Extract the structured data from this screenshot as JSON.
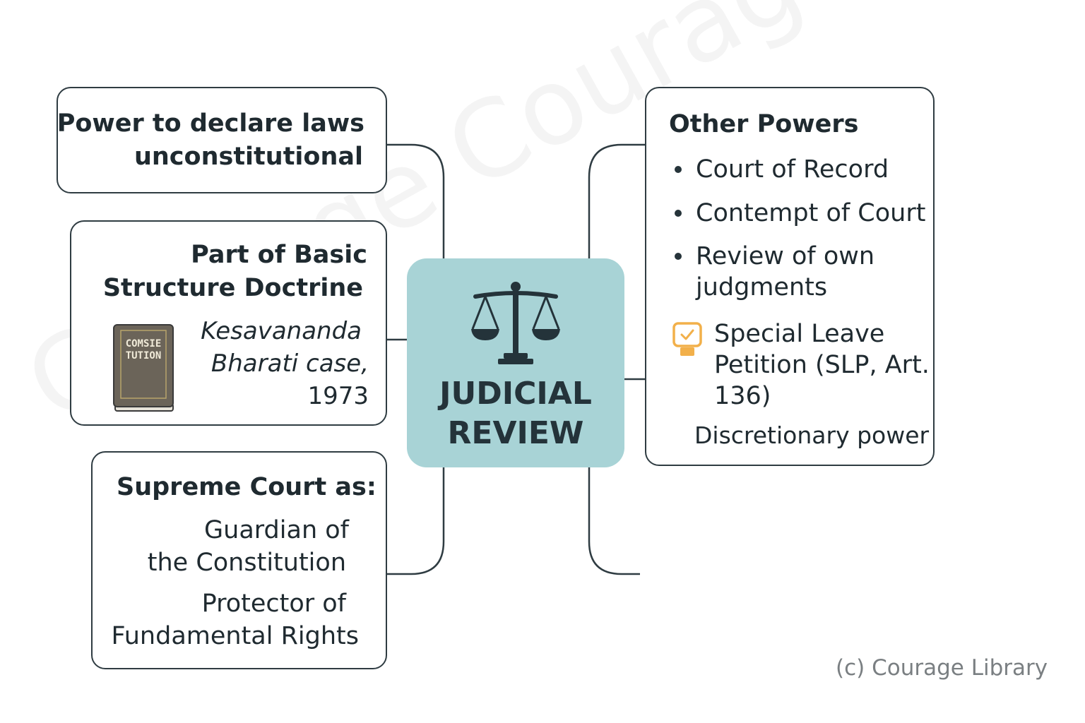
{
  "center": {
    "title_line1": "JUDICIAL",
    "title_line2": "REVIEW",
    "icon": "scales-of-justice-icon"
  },
  "box_power": {
    "line1": "Power to declare laws",
    "line2": "unconstitutional"
  },
  "box_basic": {
    "line1": "Part of Basic",
    "line2": "Structure Doctrine",
    "case_line1": "Kesavananda",
    "case_line2": "Bharati case,",
    "case_year": "1973",
    "book_text_line1": "COMSIE",
    "book_text_line2": "TUTION",
    "book_icon": "constitution-book-icon"
  },
  "box_supreme": {
    "title": "Supreme Court as:",
    "line1": "Guardian of",
    "line2": "the Constitution",
    "line3": "Protector of",
    "line4": "Fundamental Rights"
  },
  "box_other": {
    "title": "Other Powers",
    "items": [
      "Court of Record",
      "Contempt of Court",
      "Review of own",
      "judgments"
    ],
    "slp_line1": "Special Leave",
    "slp_line2": "Petition (SLP, Art.",
    "slp_line3": "136)",
    "discretionary": "Discretionary power",
    "slp_icon": "petition-check-icon"
  },
  "watermark": "Courage Courage Library",
  "credit": "(c) Courage Library",
  "colors": {
    "center_fill": "#a8d3d6",
    "border": "#2f3c42",
    "icon_orange": "#f2b04a"
  }
}
